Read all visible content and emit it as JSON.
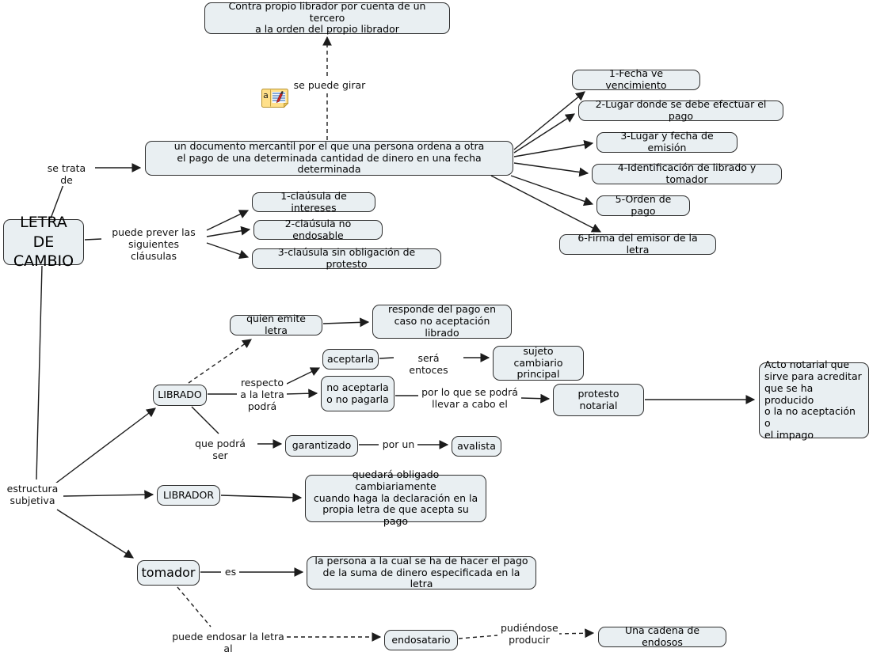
{
  "colors": {
    "node_fill": "#e9eff2",
    "node_border": "#2e2e2e",
    "line": "#1c1c1c",
    "background": "#ffffff",
    "icon_yellow": "#ffe08a",
    "icon_pencil_red": "#cc2222",
    "icon_lines_blue": "#4d7fc4"
  },
  "nodes": {
    "contra_librador": "Contra propio librador por cuenta de un tercero\na la orden del propio librador",
    "definicion": "un documento mercantil por el que una persona ordena a otra\nel pago de una determinada cantidad de dinero en una fecha determinada",
    "requisito_1": "1-Fecha ve vencimiento",
    "requisito_2": "2-Lugar donde se debe efectuar el pago",
    "requisito_3": "3-Lugar y fecha de emisión",
    "requisito_4": "4-Identificación de librado y tomador",
    "requisito_5": "5-Orden de pago",
    "requisito_6": "6-Firma del emisor de la letra",
    "letra_de_cambio": "LETRA DE\nCAMBIO",
    "clausula_1": "1-claúsula de intereses",
    "clausula_2": "2-claúsula no endosable",
    "clausula_3": "3-claúsula sin obligación de protesto",
    "quien_emite": "quien emite letra",
    "responde_pago": "responde del pago en\ncaso no aceptación librado",
    "librado": "LIBRADO",
    "aceptarla": "aceptarla",
    "no_aceptarla": "no aceptarla\no no pagarla",
    "sujeto_cambiario": "sujeto cambiario\nprincipal",
    "protesto_notarial": "protesto notarial",
    "acto_notarial": "Acto notarial que\nsirve para acreditar\nque se ha producido\no la no aceptación o\nel impago",
    "garantizado": "garantizado",
    "avalista": "avalista",
    "librador": "LIBRADOR",
    "quedara_obligado": "quedará obligado cambiariamente\ncuando haga la declaración en la\npropia letra de que acepta su pago",
    "tomador": "tomador",
    "persona_pago": "la persona a la cual se ha de hacer el pago\nde la suma de dinero especificada en la letra",
    "endosatario": "endosatario",
    "cadena_endosos": "Una cadena de endosos"
  },
  "links": {
    "se_puede_girar": "se puede girar",
    "se_trata_de": "se trata de",
    "puede_prever": "puede prever las\nsiguientes cláusulas",
    "estructura_subjetiva": "estructura\nsubjetiva",
    "respecto_letra": "respecto\na la letra\npodrá",
    "sera_entoces": "será entoces",
    "por_lo_que": "por lo que se podrá\nllevar a cabo el",
    "que_podra_ser": "que podrá ser",
    "por_un": "por un",
    "es": "es",
    "puede_endosar": "puede endosar la letra al",
    "pudiendose": "pudiéndose\nproducir"
  },
  "icons": {
    "annotation_label": "a"
  }
}
